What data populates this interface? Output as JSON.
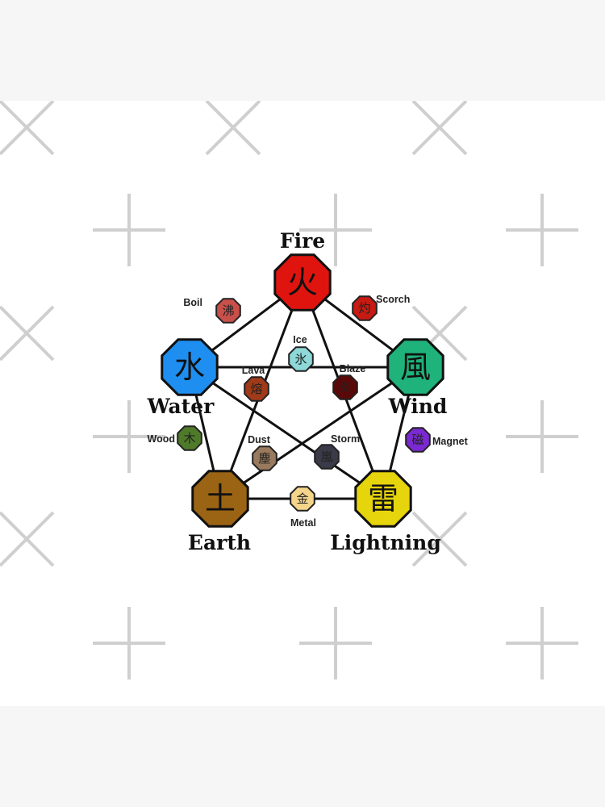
{
  "diagram": {
    "main_elements": [
      {
        "id": "fire",
        "label": "Fire",
        "kanji": "火",
        "color": "#e0140f"
      },
      {
        "id": "water",
        "label": "Water",
        "kanji": "水",
        "color": "#1e8ff0"
      },
      {
        "id": "wind",
        "label": "Wind",
        "kanji": "風",
        "color": "#1fb27a"
      },
      {
        "id": "earth",
        "label": "Earth",
        "kanji": "土",
        "color": "#9a6414"
      },
      {
        "id": "lightning",
        "label": "Lightning",
        "kanji": "雷",
        "color": "#e6d40c"
      }
    ],
    "combined_elements": [
      {
        "id": "boil",
        "label": "Boil",
        "kanji": "沸",
        "color": "#c9504a"
      },
      {
        "id": "scorch",
        "label": "Scorch",
        "kanji": "灼",
        "color": "#c61a12"
      },
      {
        "id": "ice",
        "label": "Ice",
        "kanji": "氷",
        "color": "#8ed8d8"
      },
      {
        "id": "lava",
        "label": "Lava",
        "kanji": "熔",
        "color": "#a03a18"
      },
      {
        "id": "blaze",
        "label": "Blaze",
        "kanji": "炎",
        "color": "#5a0808"
      },
      {
        "id": "wood",
        "label": "Wood",
        "kanji": "木",
        "color": "#4f7a2a"
      },
      {
        "id": "magnet",
        "label": "Magnet",
        "kanji": "磁",
        "color": "#7a2ad0"
      },
      {
        "id": "dust",
        "label": "Dust",
        "kanji": "塵",
        "color": "#9a7a5e"
      },
      {
        "id": "storm",
        "label": "Storm",
        "kanji": "嵐",
        "color": "#3a3a48"
      },
      {
        "id": "metal",
        "label": "Metal",
        "kanji": "金",
        "color": "#f5d58a"
      }
    ]
  }
}
